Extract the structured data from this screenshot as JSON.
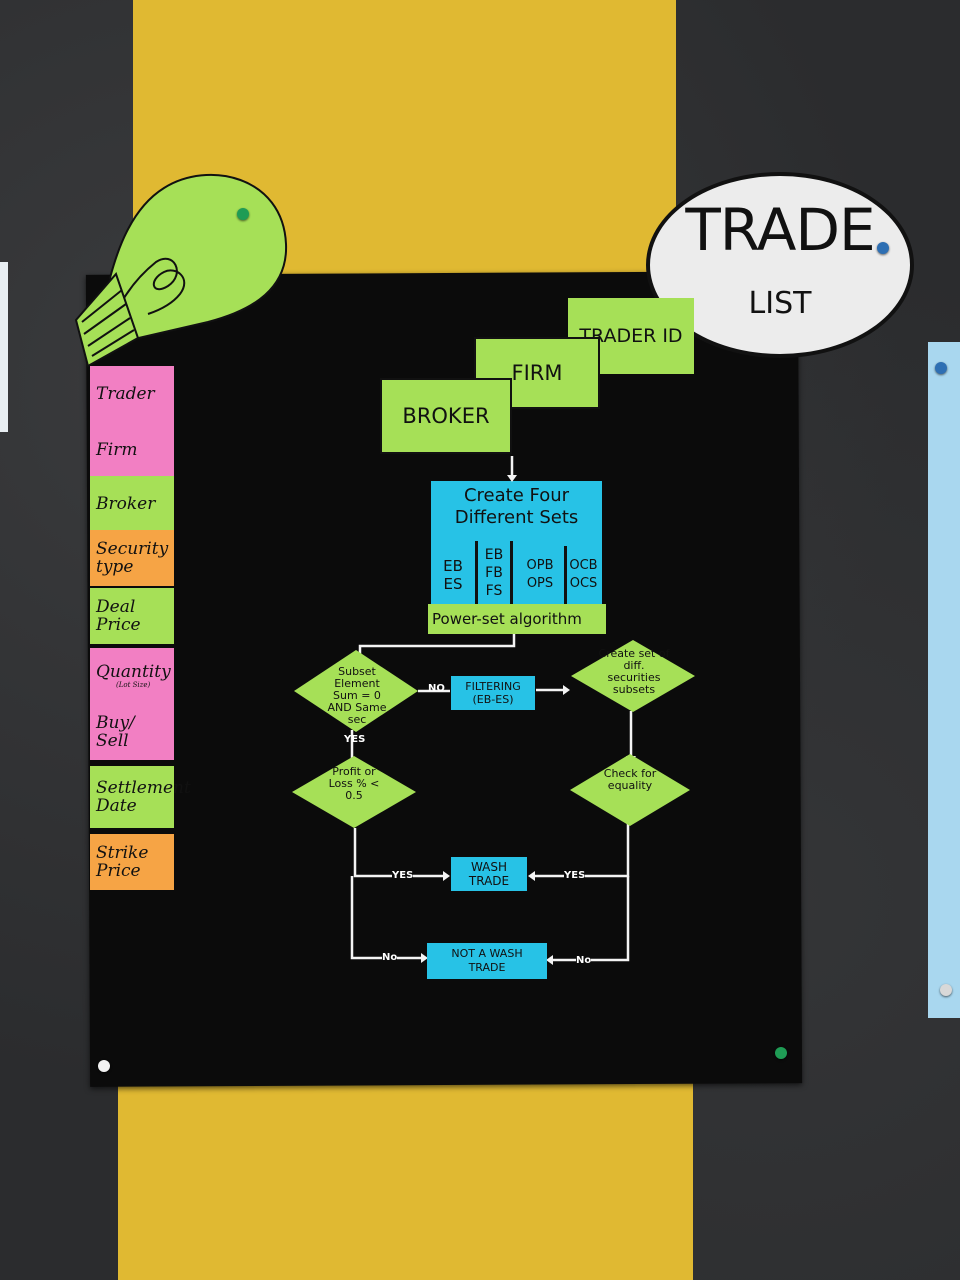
{
  "trade_list": {
    "title": "TRADE",
    "subtitle": "LIST"
  },
  "attributes": [
    {
      "label": "Trader",
      "sub": "",
      "color": "#f27fc3"
    },
    {
      "label": "Firm",
      "sub": "",
      "color": "#f27fc3"
    },
    {
      "label": "Broker",
      "sub": "",
      "color": "#a6e057"
    },
    {
      "label": "Security type",
      "sub": "",
      "color": "#f6a445"
    },
    {
      "label": "Deal Price",
      "sub": "",
      "color": "#a6e057"
    },
    {
      "label": "Quantity",
      "sub": "(Lot Size)",
      "color": "#f27fc3"
    },
    {
      "label": "Buy/ Sell",
      "sub": "",
      "color": "#f27fc3"
    },
    {
      "label": "Settlement Date",
      "sub": "",
      "color": "#a6e057"
    },
    {
      "label": "Strike Price",
      "sub": "",
      "color": "#f6a445"
    }
  ],
  "inputs": {
    "trader_id": "TRADER ID",
    "firm": "FIRM",
    "broker": "BROKER"
  },
  "create_sets": {
    "title": "Create Four Different Sets",
    "sets": [
      {
        "line1": "EB",
        "line2": "ES",
        "line3": ""
      },
      {
        "line1": "EB",
        "line2": "FB",
        "line3": "FS"
      },
      {
        "line1": "OPB",
        "line2": "OPS",
        "line3": ""
      },
      {
        "line1": "OCB",
        "line2": "OCS",
        "line3": ""
      }
    ]
  },
  "powerset": "Power-set algorithm",
  "decisions": {
    "subset_sum": "Subset Element Sum = 0 AND Same sec",
    "profit_loss": "Profit or Loss % < 0.5",
    "create_diff": "Create set of diff. securities subsets",
    "check_equality": "Check for equality"
  },
  "filtering": "FILTERING (EB-ES)",
  "results": {
    "wash": "WASH TRADE",
    "not_wash": "NOT A WASH TRADE"
  },
  "flow_labels": {
    "no": "NO",
    "yes": "YES",
    "no_caps": "No"
  },
  "colors": {
    "board": "#0b0b0b",
    "strip": "#e0b932",
    "green": "#a6e057",
    "blue": "#27c2e6",
    "pink": "#f27fc3",
    "orange": "#f6a445"
  }
}
